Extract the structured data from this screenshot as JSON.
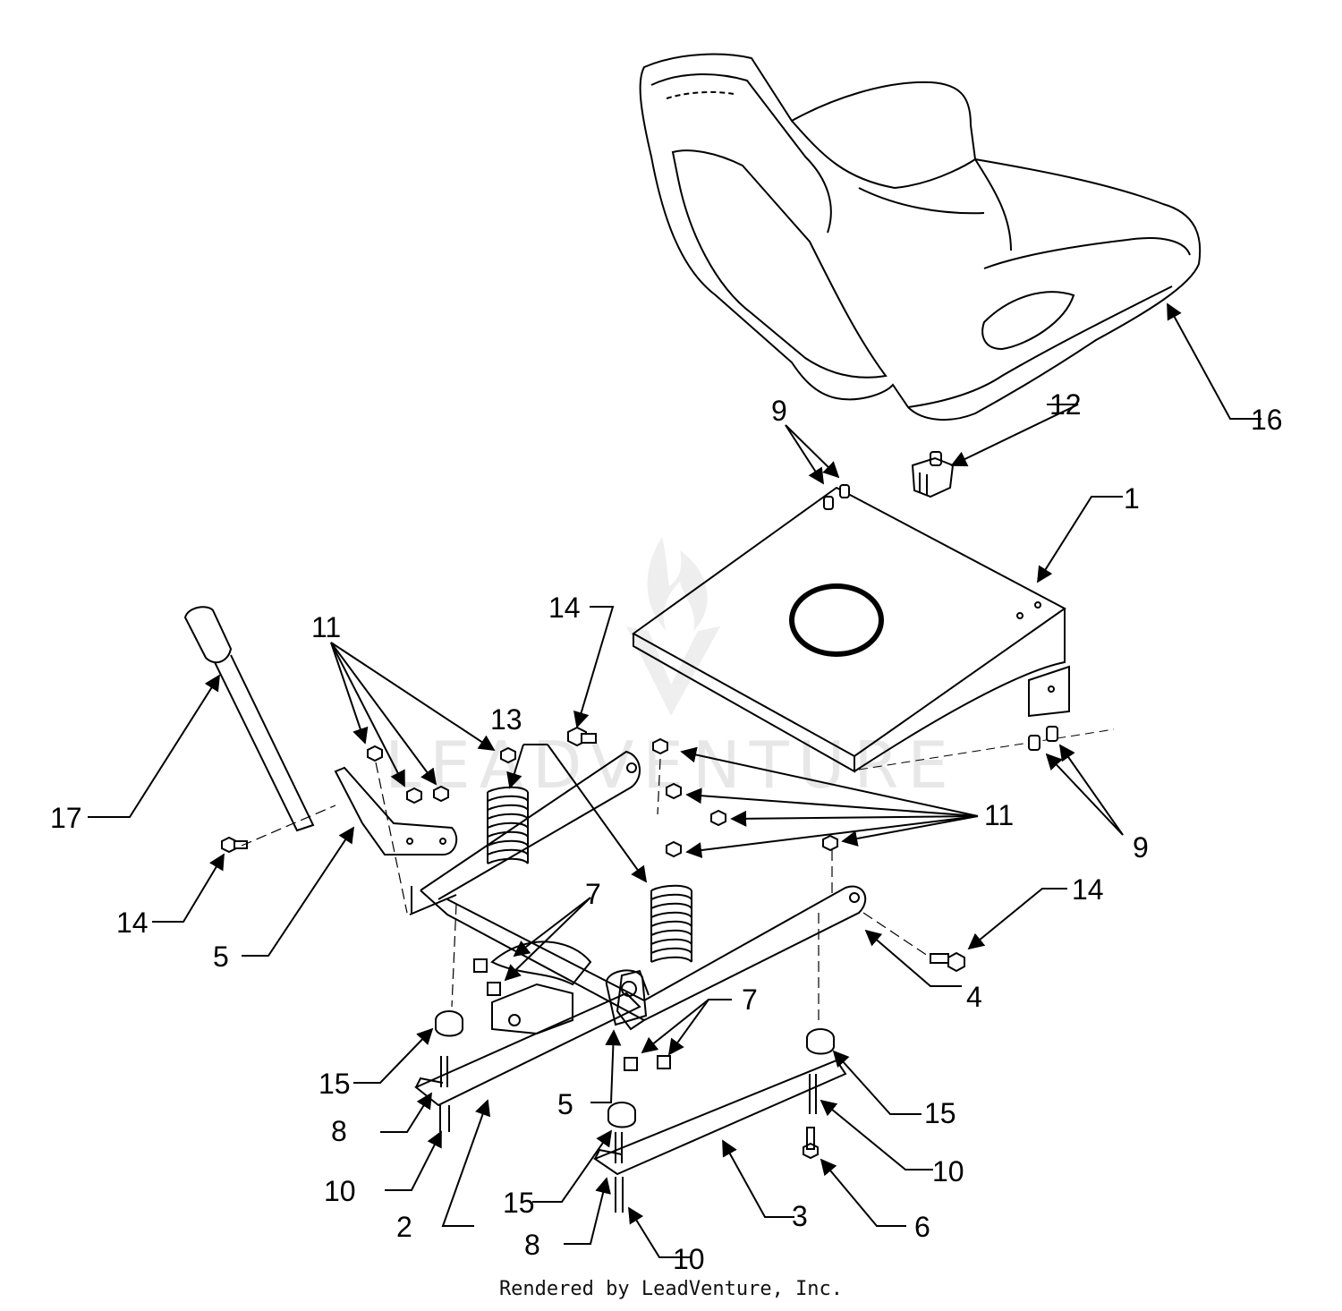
{
  "watermark_text": "LEADVENTURE",
  "footer_text": "Rendered by LeadVenture, Inc.",
  "callouts": {
    "c1": "1",
    "c2": "2",
    "c3": "3",
    "c4": "4",
    "c5a": "5",
    "c5b": "5",
    "c6": "6",
    "c7a": "7",
    "c7b": "7",
    "c8a": "8",
    "c8b": "8",
    "c9a": "9",
    "c9b": "9",
    "c10a": "10",
    "c10b": "10",
    "c10c": "10",
    "c11a": "11",
    "c11b": "11",
    "c12": "12",
    "c13": "13",
    "c14a": "14",
    "c14b": "14",
    "c14c": "14",
    "c15a": "15",
    "c15b": "15",
    "c15c": "15",
    "c16": "16",
    "c17": "17"
  }
}
